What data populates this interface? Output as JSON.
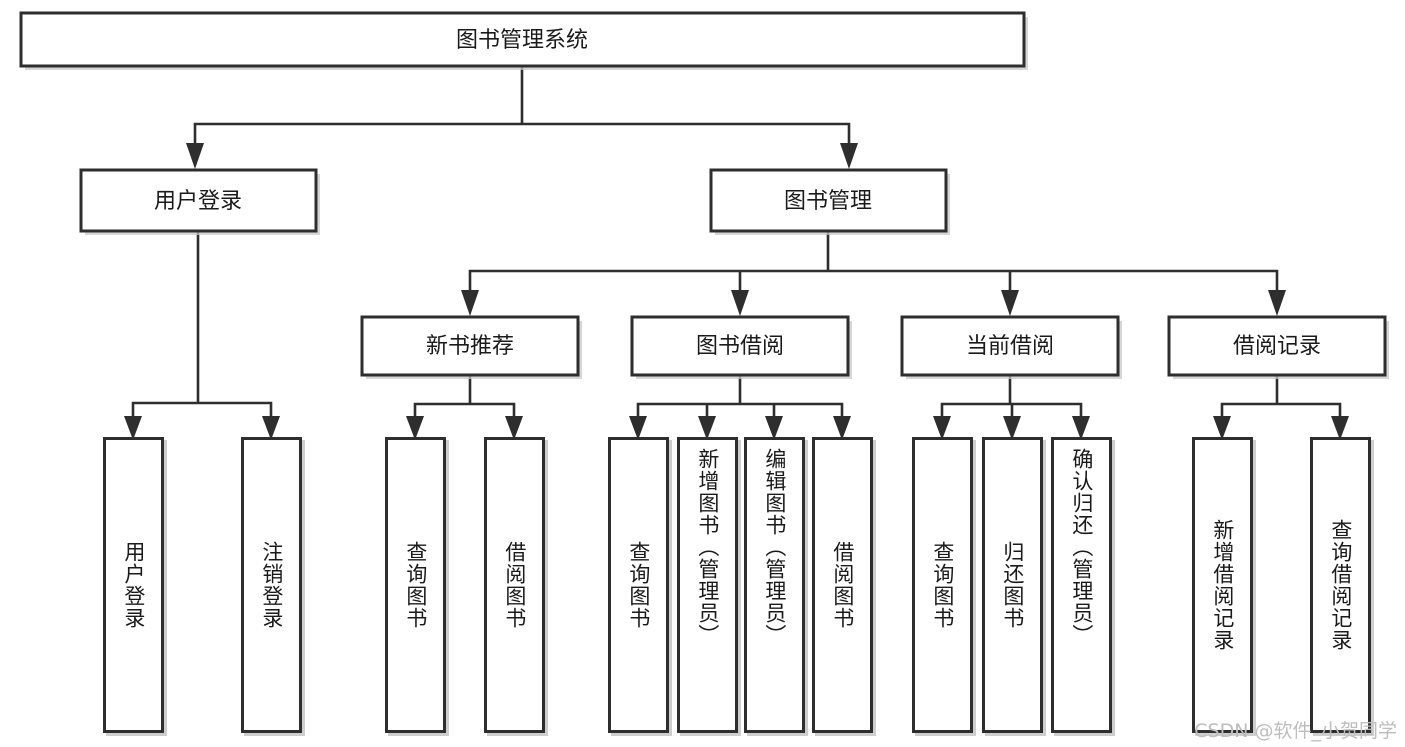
{
  "diagram": {
    "title": "图书管理系统",
    "watermark": "CSDN @软件_小贺同学",
    "colors": {
      "stroke": "#2e2e2e",
      "fill": "#ffffff",
      "text": "#1a1a1a",
      "watermark": "#bdbdbd",
      "shadow": "#c8c8c8"
    },
    "levels": {
      "root": "图书管理系统",
      "level2": [
        "用户登录",
        "图书管理"
      ],
      "level3": [
        "新书推荐",
        "图书借阅",
        "当前借阅",
        "借阅记录"
      ]
    },
    "nodes": {
      "root": {
        "label": "图书管理系统"
      },
      "user_login": {
        "label": "用户登录"
      },
      "book_manage": {
        "label": "图书管理"
      },
      "new_book_rec": {
        "label": "新书推荐"
      },
      "book_borrow": {
        "label": "图书借阅"
      },
      "current_borrow": {
        "label": "当前借阅"
      },
      "borrow_record": {
        "label": "借阅记录"
      }
    },
    "leaves": {
      "user_login": [
        {
          "label": "用户登录"
        },
        {
          "label": "注销登录"
        }
      ],
      "new_book_rec": [
        {
          "label": "查询图书"
        },
        {
          "label": "借阅图书"
        }
      ],
      "book_borrow": [
        {
          "label": "查询图书"
        },
        {
          "label": "新增图书（管理员）"
        },
        {
          "label": "编辑图书（管理员）"
        },
        {
          "label": "借阅图书"
        }
      ],
      "current_borrow": [
        {
          "label": "查询图书"
        },
        {
          "label": "归还图书"
        },
        {
          "label": "确认归还（管理员）"
        }
      ],
      "borrow_record": [
        {
          "label": "新增借阅记录"
        },
        {
          "label": "查询借阅记录"
        }
      ]
    },
    "tree_data": {
      "type": "tree",
      "root": "图书管理系统",
      "children": [
        {
          "name": "用户登录",
          "children": [
            {
              "name": "用户登录"
            },
            {
              "name": "注销登录"
            }
          ]
        },
        {
          "name": "图书管理",
          "children": [
            {
              "name": "新书推荐",
              "children": [
                {
                  "name": "查询图书"
                },
                {
                  "name": "借阅图书"
                }
              ]
            },
            {
              "name": "图书借阅",
              "children": [
                {
                  "name": "查询图书"
                },
                {
                  "name": "新增图书（管理员）"
                },
                {
                  "name": "编辑图书（管理员）"
                },
                {
                  "name": "借阅图书"
                }
              ]
            },
            {
              "name": "当前借阅",
              "children": [
                {
                  "name": "查询图书"
                },
                {
                  "name": "归还图书"
                },
                {
                  "name": "确认归还（管理员）"
                }
              ]
            },
            {
              "name": "借阅记录",
              "children": [
                {
                  "name": "新增借阅记录"
                },
                {
                  "name": "查询借阅记录"
                }
              ]
            }
          ]
        }
      ]
    }
  }
}
